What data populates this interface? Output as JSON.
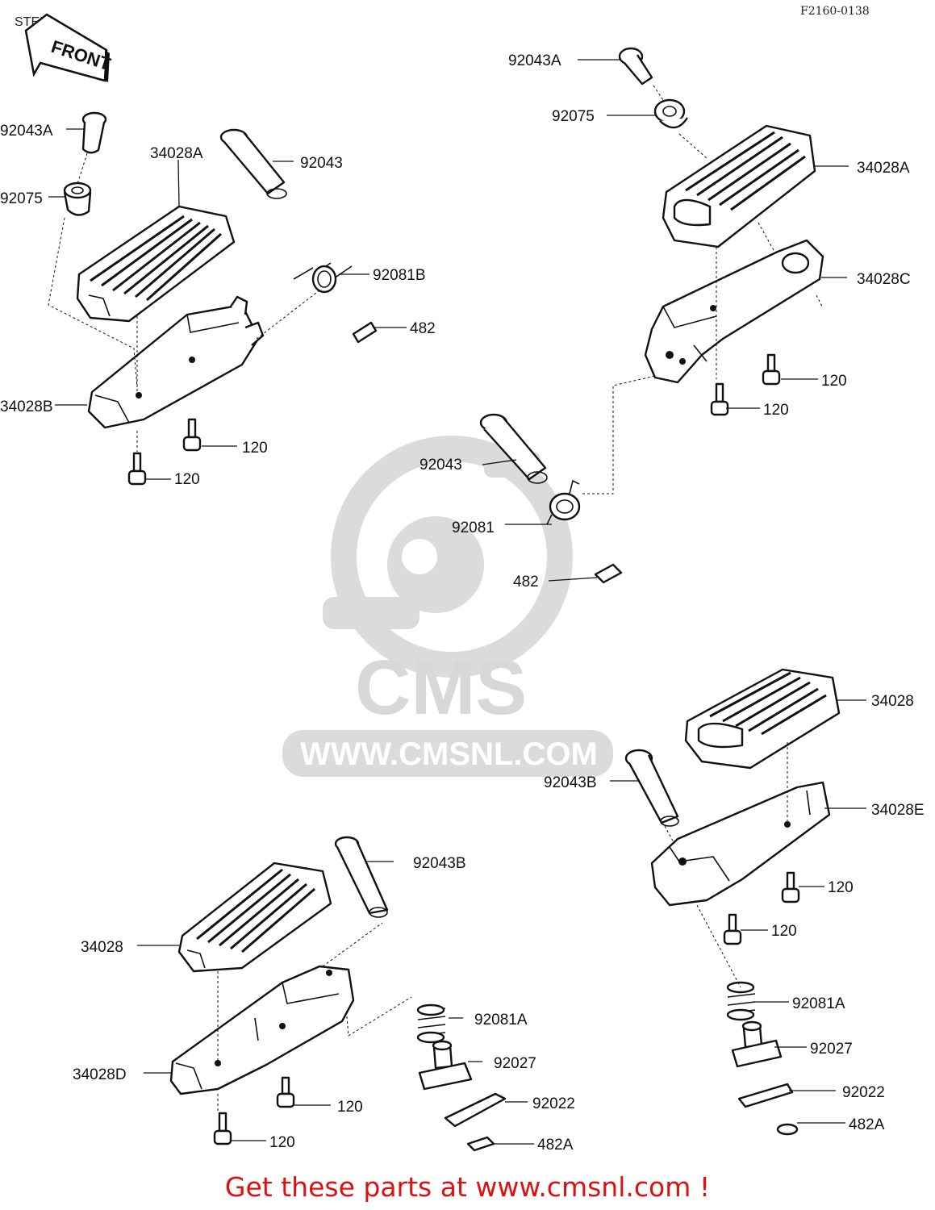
{
  "header": {
    "title": "STEP",
    "ref_code": "F2160-0138"
  },
  "front_badge": "FRONT",
  "watermark": {
    "logo_text": "CMS",
    "url": "WWW.CMSNL.COM"
  },
  "labels": {
    "l_92043A": "92043A",
    "l_92075": "92075",
    "l_34028A": "34028A",
    "l_92043": "92043",
    "l_92081B": "92081B",
    "l_482": "482",
    "l_34028B": "34028B",
    "l_120a": "120",
    "l_120b": "120",
    "r_92043A": "92043A",
    "r_92075": "92075",
    "r_34028A": "34028A",
    "r_34028C": "34028C",
    "r_120a": "120",
    "r_120b": "120",
    "c_92043": "92043",
    "c_92081": "92081",
    "c_482": "482",
    "br_34028": "34028",
    "br_92043B": "92043B",
    "br_34028E": "34028E",
    "br_120a": "120",
    "br_120b": "120",
    "br_92081A": "92081A",
    "br_92027": "92027",
    "br_92022": "92022",
    "br_482A": "482A",
    "bl_92043B": "92043B",
    "bl_34028": "34028",
    "bl_92081A": "92081A",
    "bl_92027": "92027",
    "bl_34028D": "34028D",
    "bl_92022": "92022",
    "bl_120a": "120",
    "bl_120b": "120",
    "bl_482A": "482A"
  },
  "footer": {
    "text": "Get these parts at www.cmsnl.com !"
  },
  "colors": {
    "footer": "#e01010",
    "line": "#111111",
    "watermark": "#d8d8d8"
  }
}
